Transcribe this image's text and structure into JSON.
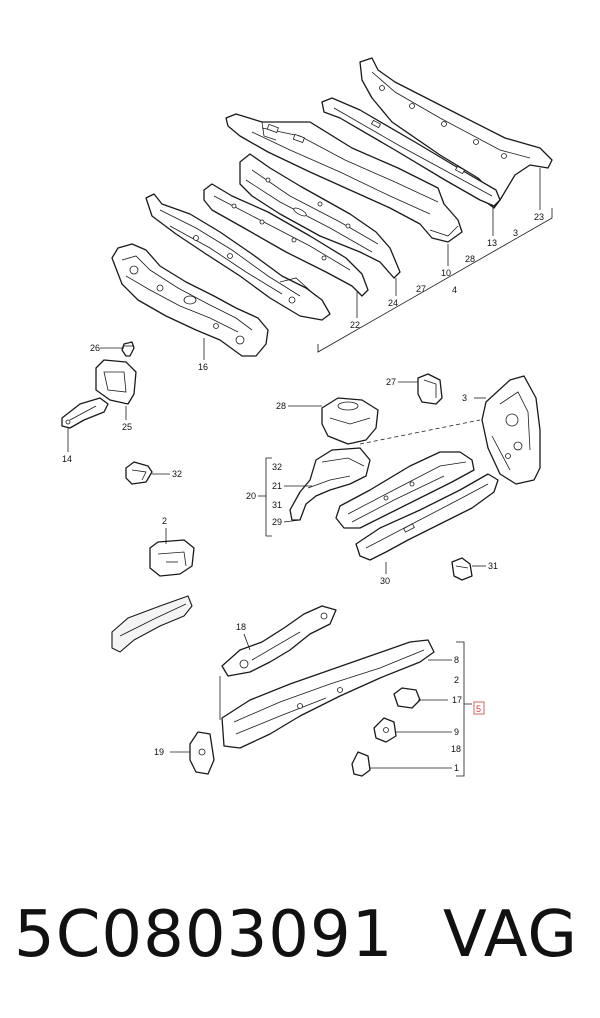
{
  "callouts": {
    "c23": "23",
    "c13": "13",
    "c3a": "3",
    "c28a": "28",
    "c10": "10",
    "c27a": "27",
    "c4": "4",
    "c24": "24",
    "c22": "22",
    "c16": "16",
    "c26": "26",
    "c25": "25",
    "c14": "14",
    "c32a": "32",
    "c27b": "27",
    "c28b": "28",
    "c3b": "3",
    "c32b": "32",
    "c21": "21",
    "c20": "20",
    "c31a": "31",
    "c29": "29",
    "c30": "30",
    "c31b": "31",
    "c2a": "2",
    "c18a": "18",
    "c8": "8",
    "c2b": "2",
    "c17": "17",
    "c5": "5",
    "c9": "9",
    "c18b": "18",
    "c1": "1",
    "c19": "19"
  },
  "footer": {
    "part_number": "5C0803091",
    "brand": "VAG"
  },
  "colors": {
    "line": "#1a1a1a",
    "highlight": "#d23a3a"
  }
}
